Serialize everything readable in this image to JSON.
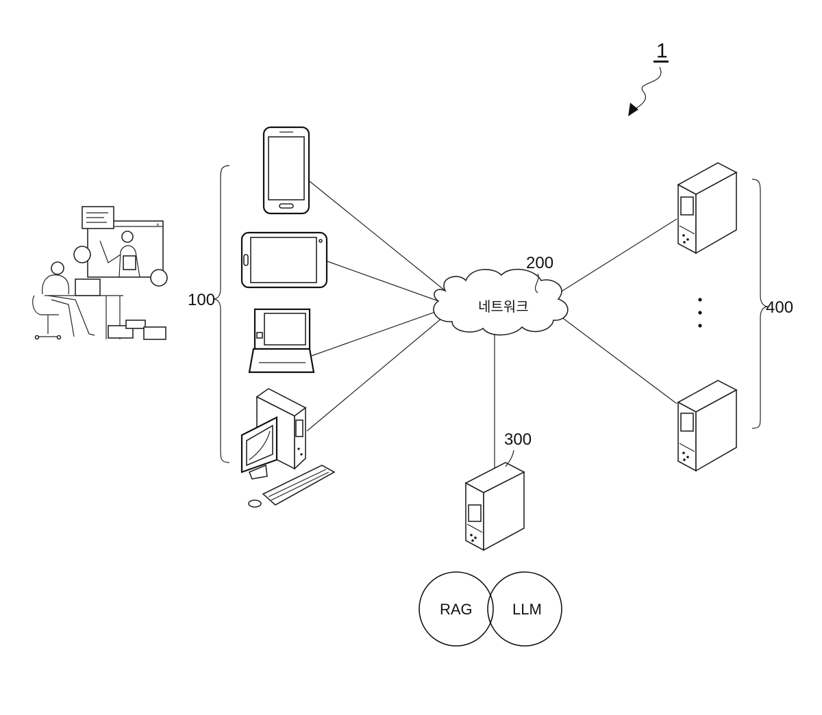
{
  "figure": {
    "number": "1"
  },
  "labels": {
    "user_devices": "100",
    "network_ref": "200",
    "network_name": "네트워크",
    "main_server": "300",
    "other_servers": "400",
    "ellipsis": "⋮"
  },
  "venn": {
    "left": "RAG",
    "right": "LLM"
  }
}
